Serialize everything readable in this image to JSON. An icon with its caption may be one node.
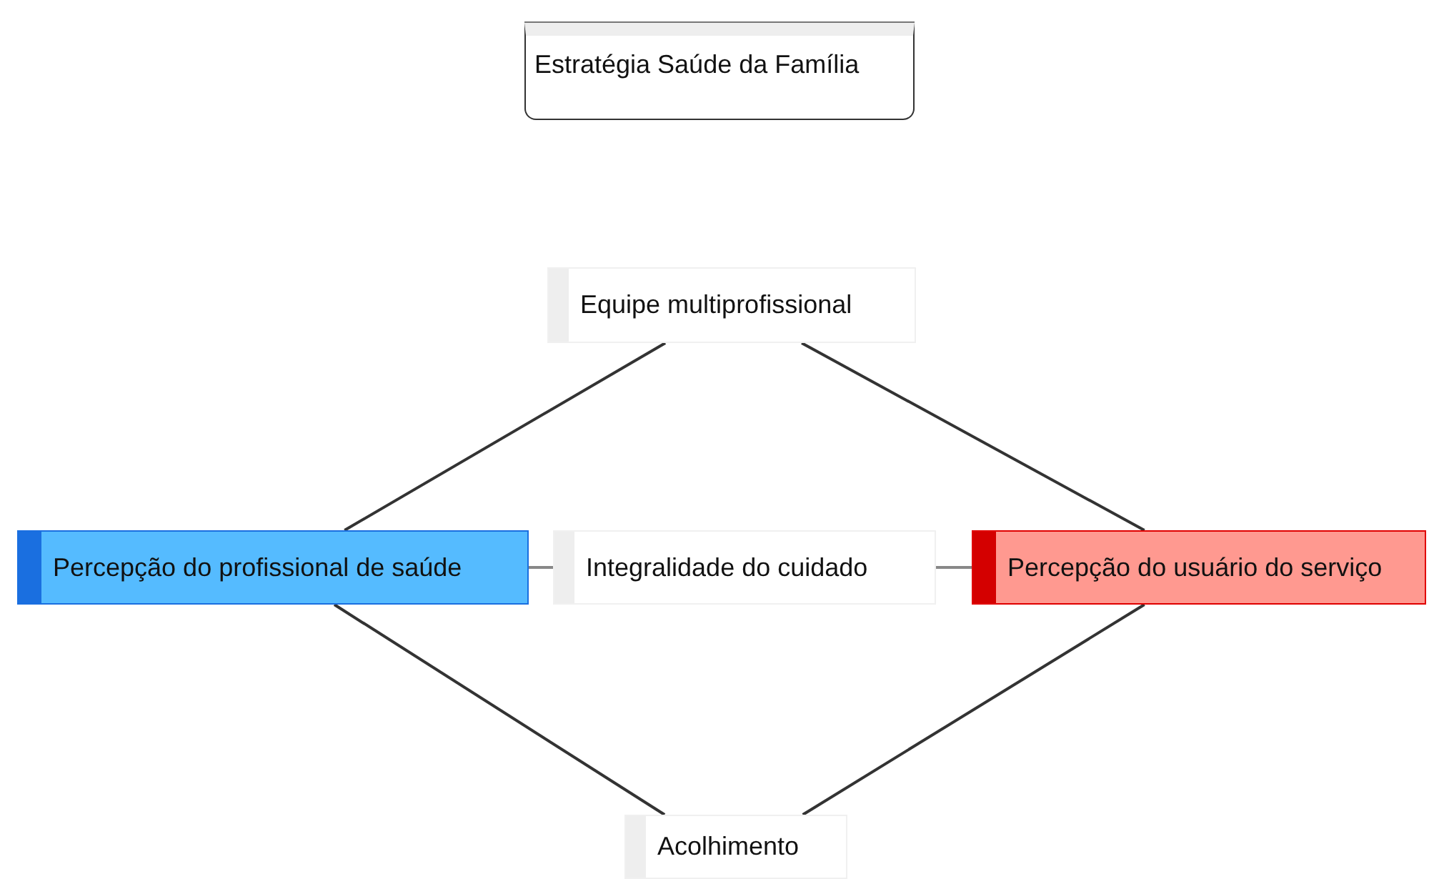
{
  "diagram": {
    "nodes": [
      {
        "text": [
          "Estratégia Saúde da Família"
        ]
      },
      {
        "text": [
          "Equipe multiprofissional"
        ]
      },
      {
        "text": [
          "Percepção do profissional de saúde"
        ]
      },
      {
        "text": [
          "Integralidade do cuidado"
        ]
      },
      {
        "text": [
          "Percepção do usuário do serviço"
        ]
      },
      {
        "text": [
          "Acolhimento"
        ]
      }
    ],
    "edges": [
      {
        "from": 1,
        "to": 2,
        "arrow": "none"
      },
      {
        "from": 1,
        "to": 4,
        "arrow": "none"
      },
      {
        "from": 2,
        "to": 3,
        "arrow": "none",
        "color": "#888888"
      },
      {
        "from": 3,
        "to": 4,
        "arrow": "none",
        "color": "#888888"
      },
      {
        "from": 2,
        "to": 5,
        "arrow": "none"
      },
      {
        "from": 4,
        "to": 5,
        "arrow": "none"
      }
    ]
  }
}
